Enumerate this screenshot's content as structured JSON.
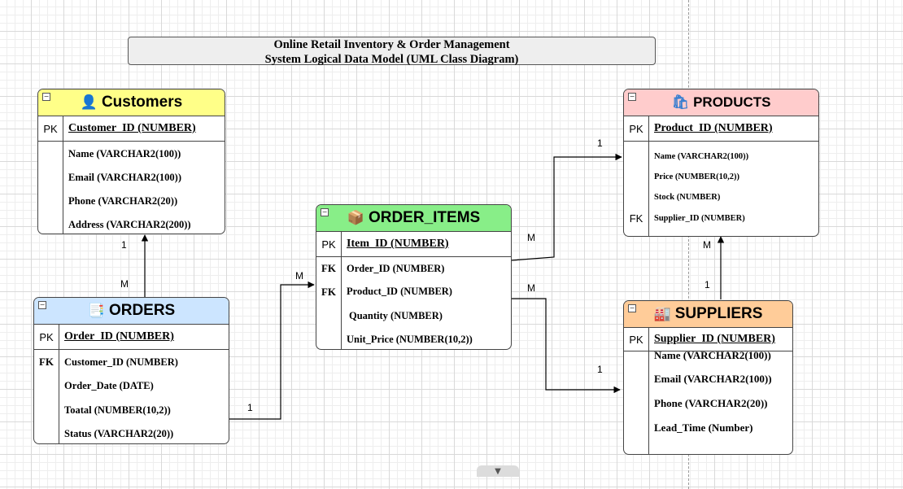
{
  "title": {
    "line1": "Online Retail Inventory & Order Management",
    "line2": "System Logical Data Model (UML Class Diagram)"
  },
  "entities": {
    "customers": {
      "name": "Customers",
      "icon": "user-icon",
      "header_color": "#ffff88",
      "pk": {
        "key": "PK",
        "field": "Customer_ID (NUMBER)"
      },
      "fields": [
        {
          "key": "",
          "field": "Name (VARCHAR2(100))"
        },
        {
          "key": "",
          "field": "Email (VARCHAR2(100))"
        },
        {
          "key": "",
          "field": "Phone (VARCHAR2(20))"
        },
        {
          "key": "",
          "field": "Address (VARCHAR2(200))"
        }
      ]
    },
    "orders": {
      "name": "ORDERS",
      "icon": "document-icon",
      "header_color": "#cce5ff",
      "pk": {
        "key": "PK",
        "field": "Order_ID (NUMBER)"
      },
      "fields": [
        {
          "key": "FK",
          "field": "Customer_ID (NUMBER)"
        },
        {
          "key": "",
          "field": "Order_Date (DATE)"
        },
        {
          "key": "",
          "field": "Toatal (NUMBER(10,2))"
        },
        {
          "key": "",
          "field": "Status (VARCHAR2(20))"
        }
      ]
    },
    "order_items": {
      "name": "ORDER_ITEMS",
      "icon": "package-icon",
      "header_color": "#88ee88",
      "pk": {
        "key": "PK",
        "field": "Item_ID (NUMBER)"
      },
      "fields": [
        {
          "key": "FK",
          "field": "Order_ID (NUMBER)"
        },
        {
          "key": "FK",
          "field": "Product_ID  (NUMBER)"
        },
        {
          "key": "",
          "field": "Quantity (NUMBER)"
        },
        {
          "key": "",
          "field": "Unit_Price (NUMBER(10,2))"
        }
      ]
    },
    "products": {
      "name": "PRODUCTS",
      "icon": "shopping-bag-icon",
      "header_color": "#ffcccc",
      "pk": {
        "key": "PK",
        "field": "Product_ID (NUMBER)"
      },
      "fields": [
        {
          "key": "",
          "field": "Name (VARCHAR2(100))"
        },
        {
          "key": "",
          "field": "Price (NUMBER(10,2))"
        },
        {
          "key": "",
          "field": "Stock (NUMBER)"
        },
        {
          "key": "FK",
          "field": "Supplier_ID (NUMBER)"
        }
      ]
    },
    "suppliers": {
      "name": "SUPPLIERS",
      "icon": "factory-icon",
      "header_color": "#ffcc99",
      "pk": {
        "key": "PK",
        "field": "Supplier_ID (NUMBER)"
      },
      "fields": [
        {
          "key": "",
          "field": "Name (VARCHAR2(100))"
        },
        {
          "key": "",
          "field": "Email (VARCHAR2(100))"
        },
        {
          "key": "",
          "field": "Phone (VARCHAR2(20))"
        },
        {
          "key": "",
          "field": "Lead_Time (Number)"
        }
      ]
    }
  },
  "cardinality": {
    "customers_orders": {
      "one": "1",
      "many": "M"
    },
    "orders_items": {
      "one": "1",
      "many": "M"
    },
    "items_products": {
      "one": "1",
      "many": "M"
    },
    "items_suppliers": {
      "one": "1",
      "many": "M"
    },
    "suppliers_products": {
      "one": "1",
      "many": "M"
    }
  }
}
